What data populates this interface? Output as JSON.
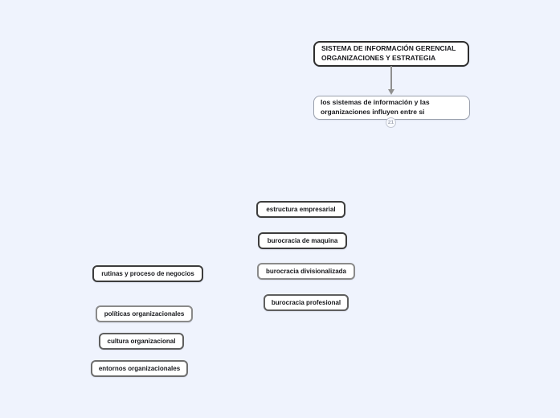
{
  "colors": {
    "canvas_background": "#eff3fd",
    "node_background": "#ffffff",
    "node_text": "#17181c",
    "root_border": "#2e2e2e",
    "dark_border": "#3d3d3d",
    "gray_border": "#8a8a8a",
    "soft_border": "#9aa0ad",
    "connector": "#8f8f8f",
    "badge_border": "#c3c7d2",
    "badge_text": "#a8acb8"
  },
  "mindmap": {
    "root": {
      "label": "SISTEMA DE INFORMACIÓN GERENCIAL ORGANIZACIONES Y ESTRATEGIA"
    },
    "child": {
      "label": "los sistemas de información y las organizaciones influyen entre si",
      "collapsed_count": "21"
    },
    "floating_nodes": [
      {
        "label": "estructura empresarial"
      },
      {
        "label": "burocracia de maquina"
      },
      {
        "label": "burocracia divisionalizada"
      },
      {
        "label": "burocracia profesional"
      },
      {
        "label": "rutinas y proceso de negocios"
      },
      {
        "label": "políticas organizacionales"
      },
      {
        "label": "cultura organizacional"
      },
      {
        "label": "entornos organizacionales"
      }
    ]
  }
}
